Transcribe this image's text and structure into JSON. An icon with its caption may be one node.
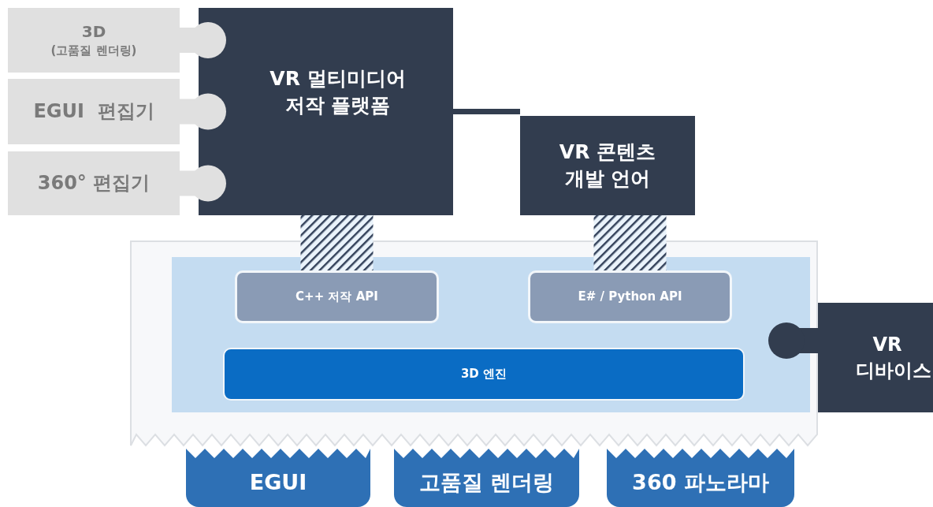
{
  "diagram": {
    "nodes": [
      {
        "text": [
          "3D",
          "(고품질 렌더링)"
        ]
      },
      {
        "text": [
          "EGUI  편집기"
        ]
      },
      {
        "text": [
          "360° 편집기"
        ]
      },
      {
        "text": [
          "VR 멀티미디어 저작 플랫폼"
        ]
      },
      {
        "text": [
          "VR 콘텐츠 개발 언어"
        ]
      },
      {
        "text": [],
        "shape": "box"
      },
      {
        "text": [],
        "shape": "box",
        "in": 5
      },
      {
        "text": [
          "C++ 저작 API"
        ],
        "in": 6
      },
      {
        "text": [
          "E# / Python API"
        ],
        "in": 6
      },
      {
        "text": [
          "3D 엔진"
        ],
        "in": 6
      },
      {
        "text": [
          "VR 디바이스"
        ]
      },
      {
        "text": [
          "EGUI"
        ]
      },
      {
        "text": [
          "고품질 렌더링"
        ]
      },
      {
        "text": [
          "360 파노라마"
        ]
      }
    ],
    "edges": [
      {
        "from": 0,
        "to": 3,
        "arrow": "other"
      },
      {
        "from": 1,
        "to": 3,
        "arrow": "other"
      },
      {
        "from": 2,
        "to": 3,
        "arrow": "other"
      },
      {
        "from": 3,
        "to": 4,
        "arrow": "none",
        "color": "#323d4f"
      },
      {
        "from": 3,
        "to": 7,
        "arrow": "none",
        "style": "thick"
      },
      {
        "from": 4,
        "to": 8,
        "arrow": "none",
        "style": "thick"
      },
      {
        "from": 10,
        "to": 5,
        "arrow": "other",
        "color": "#323d4f"
      }
    ]
  }
}
